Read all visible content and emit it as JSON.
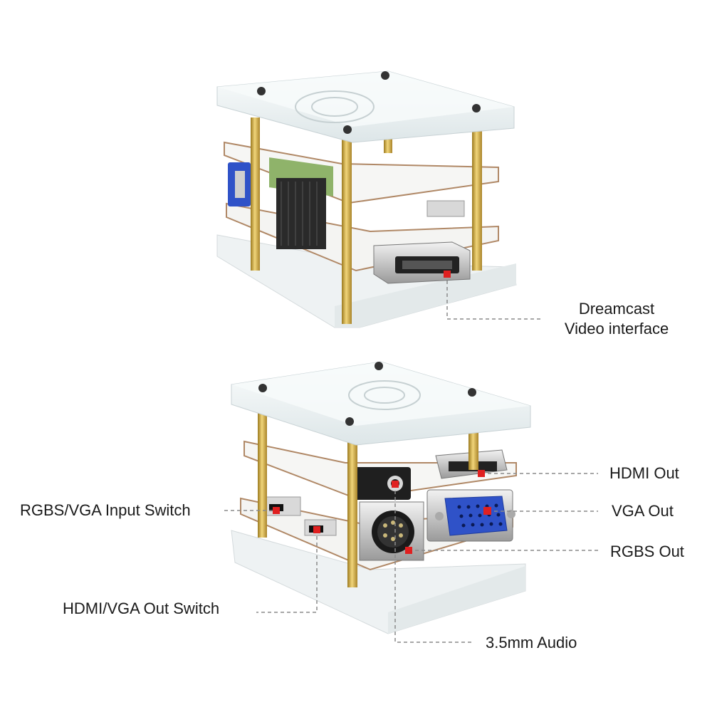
{
  "labels": {
    "dreamcast_line1": "Dreamcast",
    "dreamcast_line2": "Video interface",
    "hdmi_out": "HDMI Out",
    "vga_out": "VGA Out",
    "rgbs_out": "RGBS Out",
    "audio": "3.5mm Audio",
    "rgbs_vga_switch": "RGBS/VGA Input Switch",
    "hdmi_vga_switch": "HDMI/VGA Out Switch"
  },
  "colors": {
    "acrylic": "#eef3f4",
    "pcb_white": "#f4f4f2",
    "pcb_edge": "#b08866",
    "standoff": "#d6b24a",
    "vga_blue": "#2f52c8",
    "connector_metal": "#c9c9c9",
    "marker_red": "#e02020",
    "leader_line": "#8a8a8a"
  }
}
